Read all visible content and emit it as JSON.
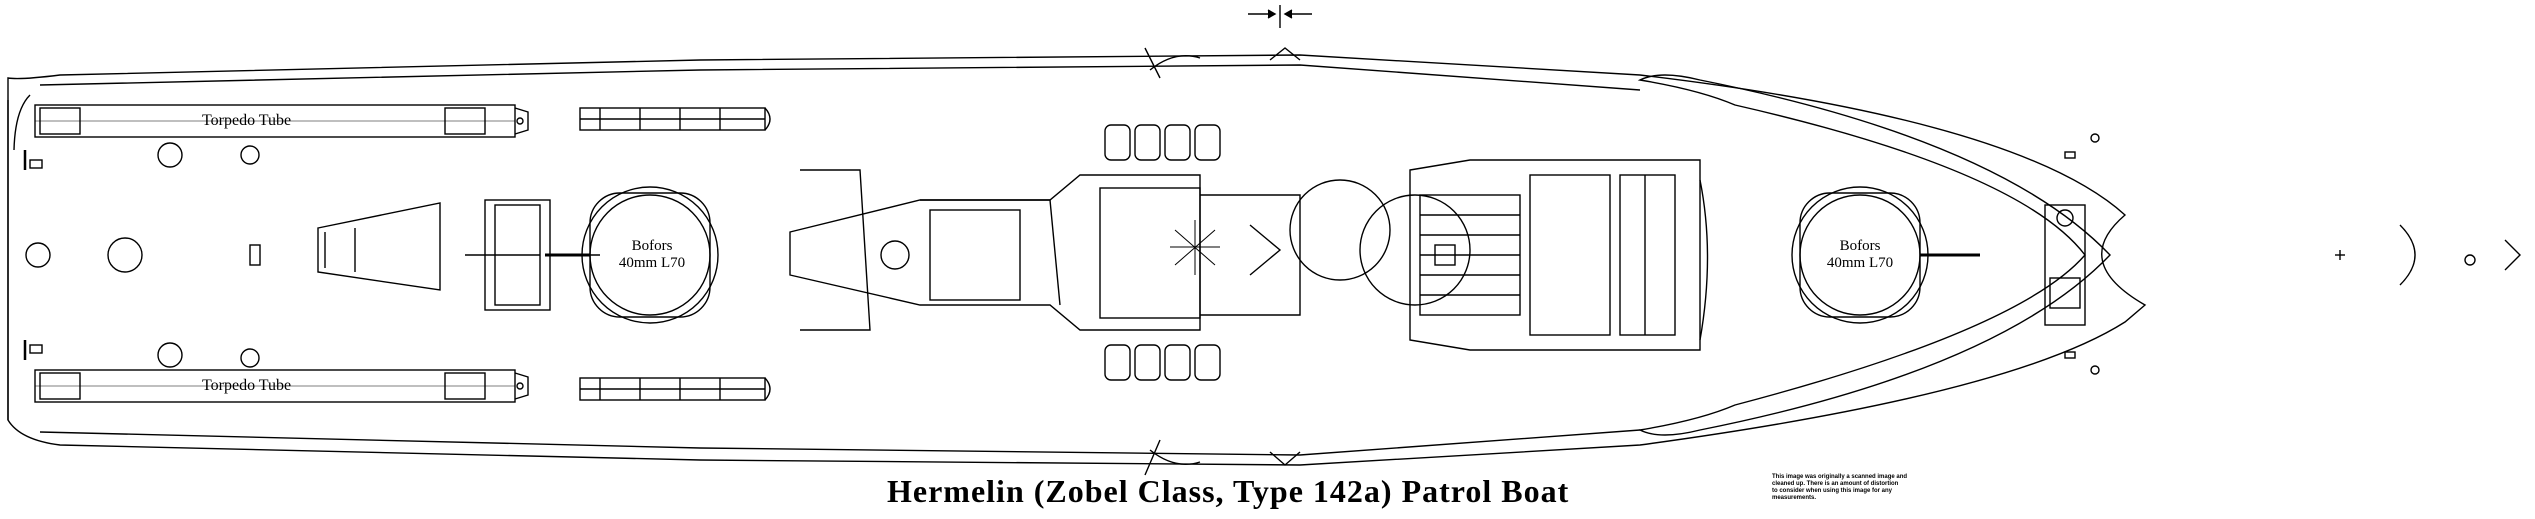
{
  "caption": "Hermelin (Zobel Class, Type 142a) Patrol Boat",
  "labels": {
    "torpedo_tube_upper": "Torpedo Tube",
    "torpedo_tube_lower": "Torpedo Tube",
    "gun_aft_line1": "Bofors",
    "gun_aft_line2": "40mm L70",
    "gun_fwd_line1": "Bofors",
    "gun_fwd_line2": "40mm L70"
  },
  "note": {
    "line1": "This image was originally a scanned image and",
    "line2": "cleaned up. There is an amount of distortion",
    "line3": "to consider when using this image for any",
    "line4": "measurements."
  }
}
